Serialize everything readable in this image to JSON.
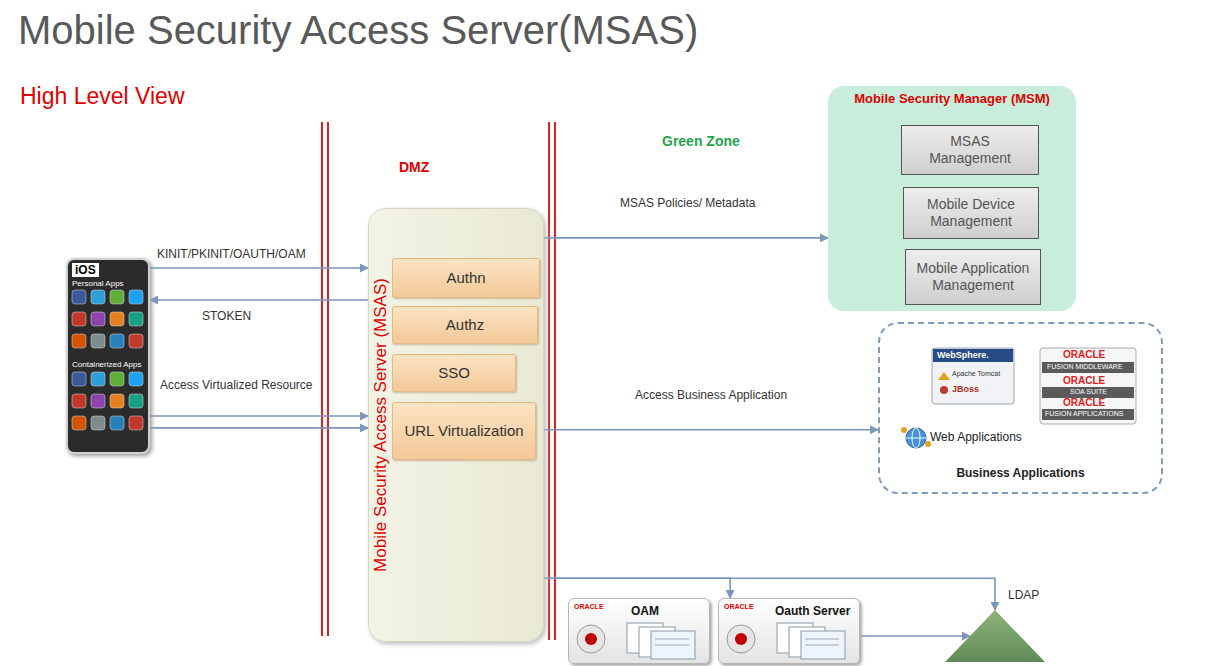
{
  "diagram": {
    "title": "Mobile Security Access Server(MSAS)",
    "nodes": [
      {
        "text": [
          "iOS",
          "Personal Apps",
          "Containerized Apps"
        ]
      },
      {
        "text": [
          "Mobile Security Access Server (MSAS)"
        ]
      },
      {
        "text": [
          "Authn"
        ],
        "in": 1
      },
      {
        "text": [
          "Authz"
        ],
        "in": 1
      },
      {
        "text": [
          "SSO"
        ],
        "in": 1
      },
      {
        "text": [
          "URL Virtualization"
        ],
        "in": 1
      },
      {
        "text": [
          "Mobile Security Manager (MSM)"
        ]
      },
      {
        "text": [
          "MSAS Management"
        ],
        "in": 6
      },
      {
        "text": [
          "Mobile Device Management"
        ],
        "in": 6
      },
      {
        "text": [
          "Mobile Application Management"
        ],
        "in": 6
      },
      {
        "text": [
          "Web Applications",
          "Business Applications"
        ]
      },
      {
        "text": [
          "ORACLE",
          "OAM"
        ]
      },
      {
        "text": [
          "ORACLE",
          "Oauth Server"
        ]
      },
      {
        "text": [
          "LDAP"
        ]
      }
    ],
    "edges": [
      {
        "from": 0,
        "to": 1,
        "label": "KINIT/PKINIT/OAUTH/OAM",
        "arrow": "to"
      },
      {
        "from": 1,
        "to": 0,
        "label": "STOKEN",
        "arrow": "to"
      },
      {
        "from": 0,
        "to": 1,
        "label": "Access Virtualized Resource",
        "arrow": "to"
      },
      {
        "from": 0,
        "to": 1,
        "arrow": "to"
      },
      {
        "from": 1,
        "to": 6,
        "label": "MSAS Policies/ Metadata",
        "arrow": "to"
      },
      {
        "from": 5,
        "to": 10,
        "label": "Access Business Application",
        "arrow": "to"
      },
      {
        "from": 1,
        "to": 12,
        "arrow": "to"
      },
      {
        "from": 1,
        "to": 13,
        "arrow": "to"
      },
      {
        "from": 12,
        "to": 13,
        "arrow": "to"
      }
    ],
    "labels": [
      "High Level View",
      "DMZ",
      "Green Zone",
      "WebSphere.",
      "Apache Tomcat",
      "JBoss",
      "ORACLE",
      "FUSION MIDDLEWARE",
      "ORACLE",
      "SOA SUITE",
      "ORACLE",
      "FUSION APPLICATIONS"
    ]
  }
}
